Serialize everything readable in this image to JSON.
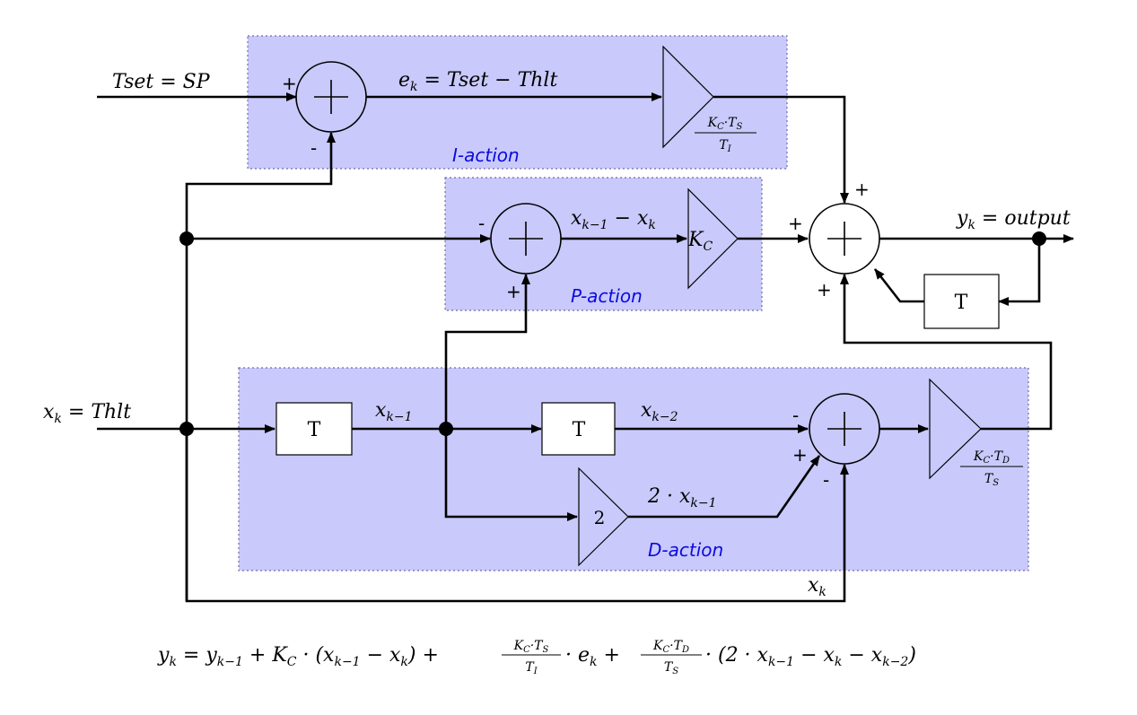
{
  "regions": {
    "i_action": "I-action",
    "p_action": "P-action",
    "d_action": "D-action"
  },
  "labels": {
    "tset": "Tset = SP",
    "ek": "e",
    "ek_sub": "k",
    "ek_rest": " = Tset − Thlt",
    "xk_in": "x",
    "xk_in_sub": "k",
    "xk_in_rest": " = Thlt",
    "yk": "y",
    "yk_sub": "k",
    "yk_rest": " = output",
    "p_diff": "x",
    "p_diff_sub1": "k−1",
    "p_diff_mid": " − x",
    "p_diff_sub2": "k",
    "xkm1": "x",
    "xkm1_sub": "k−1",
    "xkm2": "x",
    "xkm2_sub": "k−2",
    "two_xkm1": "2 · x",
    "two_xkm1_sub": "k−1",
    "xk_bottom": "x",
    "xk_bottom_sub": "k"
  },
  "blocks": {
    "delay": "T",
    "gain_two": "2",
    "kc": "K",
    "kc_sub": "C",
    "i_gain_num": "K",
    "i_gain_num_sub1": "C",
    "i_gain_num_mid": "·T",
    "i_gain_num_sub2": "S",
    "i_gain_den": "T",
    "i_gain_den_sub": "I",
    "d_gain_num": "K",
    "d_gain_num_sub1": "C",
    "d_gain_num_mid": "·T",
    "d_gain_num_sub2": "D",
    "d_gain_den": "T",
    "d_gain_den_sub": "S"
  },
  "signs": {
    "plus": "+",
    "minus": "-"
  },
  "equation": {
    "p1": "y",
    "s1": "k",
    "p2": " = y",
    "s2": "k−1",
    "p3": " + K",
    "s3": "C",
    "p4": " · (x",
    "s4": "k−1",
    "p5": " − x",
    "s5": "k",
    "p6": ") + ",
    "f1_num": "K",
    "f1_num_s1": "C",
    "f1_num_mid": "·T",
    "f1_num_s2": "S",
    "f1_den": "T",
    "f1_den_s": "I",
    "p7": " · e",
    "s7": "k",
    "p8": " + ",
    "f2_num": "K",
    "f2_num_s1": "C",
    "f2_num_mid": "·T",
    "f2_num_s2": "D",
    "f2_den": "T",
    "f2_den_s": "S",
    "p9": " · (2 · x",
    "s9": "k−1",
    "p10": " − x",
    "s10": "k",
    "p11": " − x",
    "s11": "k−2",
    "p12": ")"
  }
}
